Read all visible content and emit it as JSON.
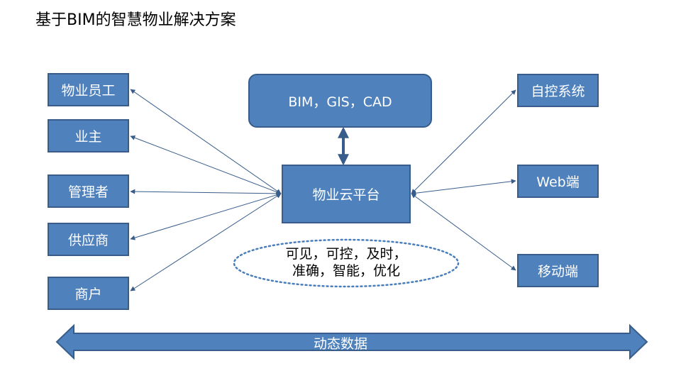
{
  "title": "基于BIM的智慧物业解决方案",
  "left_nodes": [
    "物业员工",
    "业主",
    "管理者",
    "供应商",
    "商户"
  ],
  "right_nodes": [
    "自控系统",
    "Web端",
    "移动端"
  ],
  "source": "BIM，GIS，CAD",
  "platform": "物业云平台",
  "features": [
    "可见，可控，及时，",
    "准确，智能，优化"
  ],
  "banner": "动态数据",
  "colors": {
    "box_fill": "#4f81bd",
    "box_border": "#385d8a",
    "connector": "#385d8a",
    "ellipse_dots": "#4a7ebb"
  }
}
